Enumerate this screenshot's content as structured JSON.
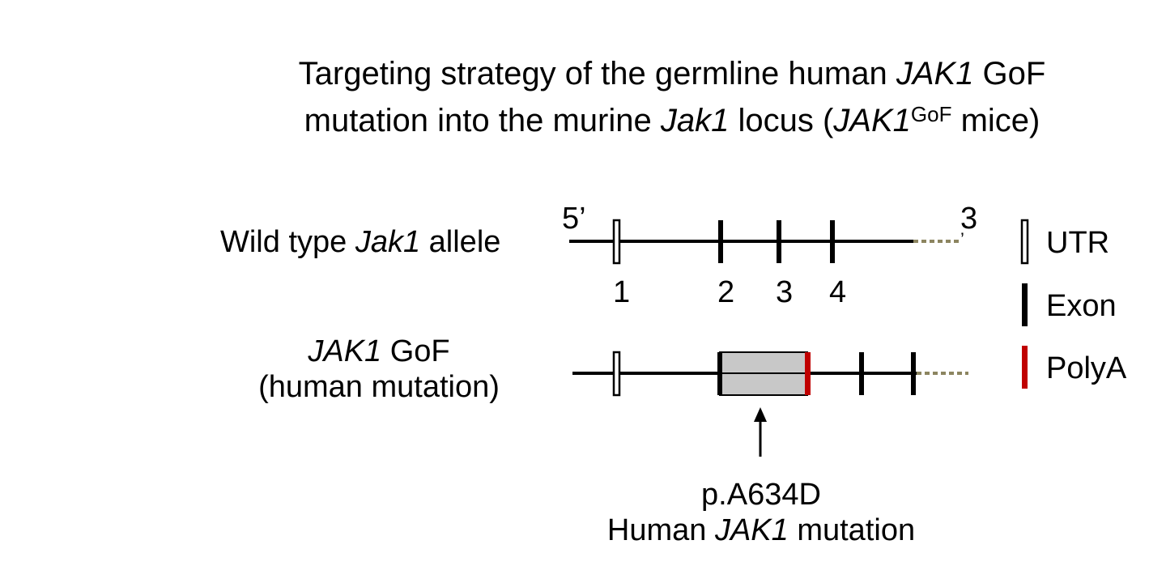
{
  "title": {
    "line1_pre": "Targeting strategy of the germline human ",
    "line1_gene": "JAK1",
    "line1_post": " GoF",
    "line2_pre": "mutation into the murine ",
    "line2_gene": "Jak1",
    "line2_mid": " locus (",
    "line2_gene2": "JAK1",
    "line2_sup": "GoF",
    "line2_post": " mice)"
  },
  "wildtype": {
    "label_pre": "Wild type ",
    "label_gene": "Jak1",
    "label_post": " allele",
    "end5": "5’",
    "end3": "3",
    "end3_mark": "’",
    "exons": [
      "1",
      "2",
      "3",
      "4"
    ]
  },
  "gof": {
    "label_gene": "JAK1",
    "label_post": " GoF",
    "label_line2": "(human mutation)"
  },
  "mutation": {
    "line1": "p.A634D",
    "line2_pre": "Human ",
    "line2_gene": "JAK1",
    "line2_post": " mutation"
  },
  "legend": {
    "utr": "UTR",
    "exon": "Exon",
    "polya": "PolyA"
  },
  "colors": {
    "polya": "#c00000",
    "dotted": "#8c8560",
    "box_fill": "#c8c8c8"
  }
}
